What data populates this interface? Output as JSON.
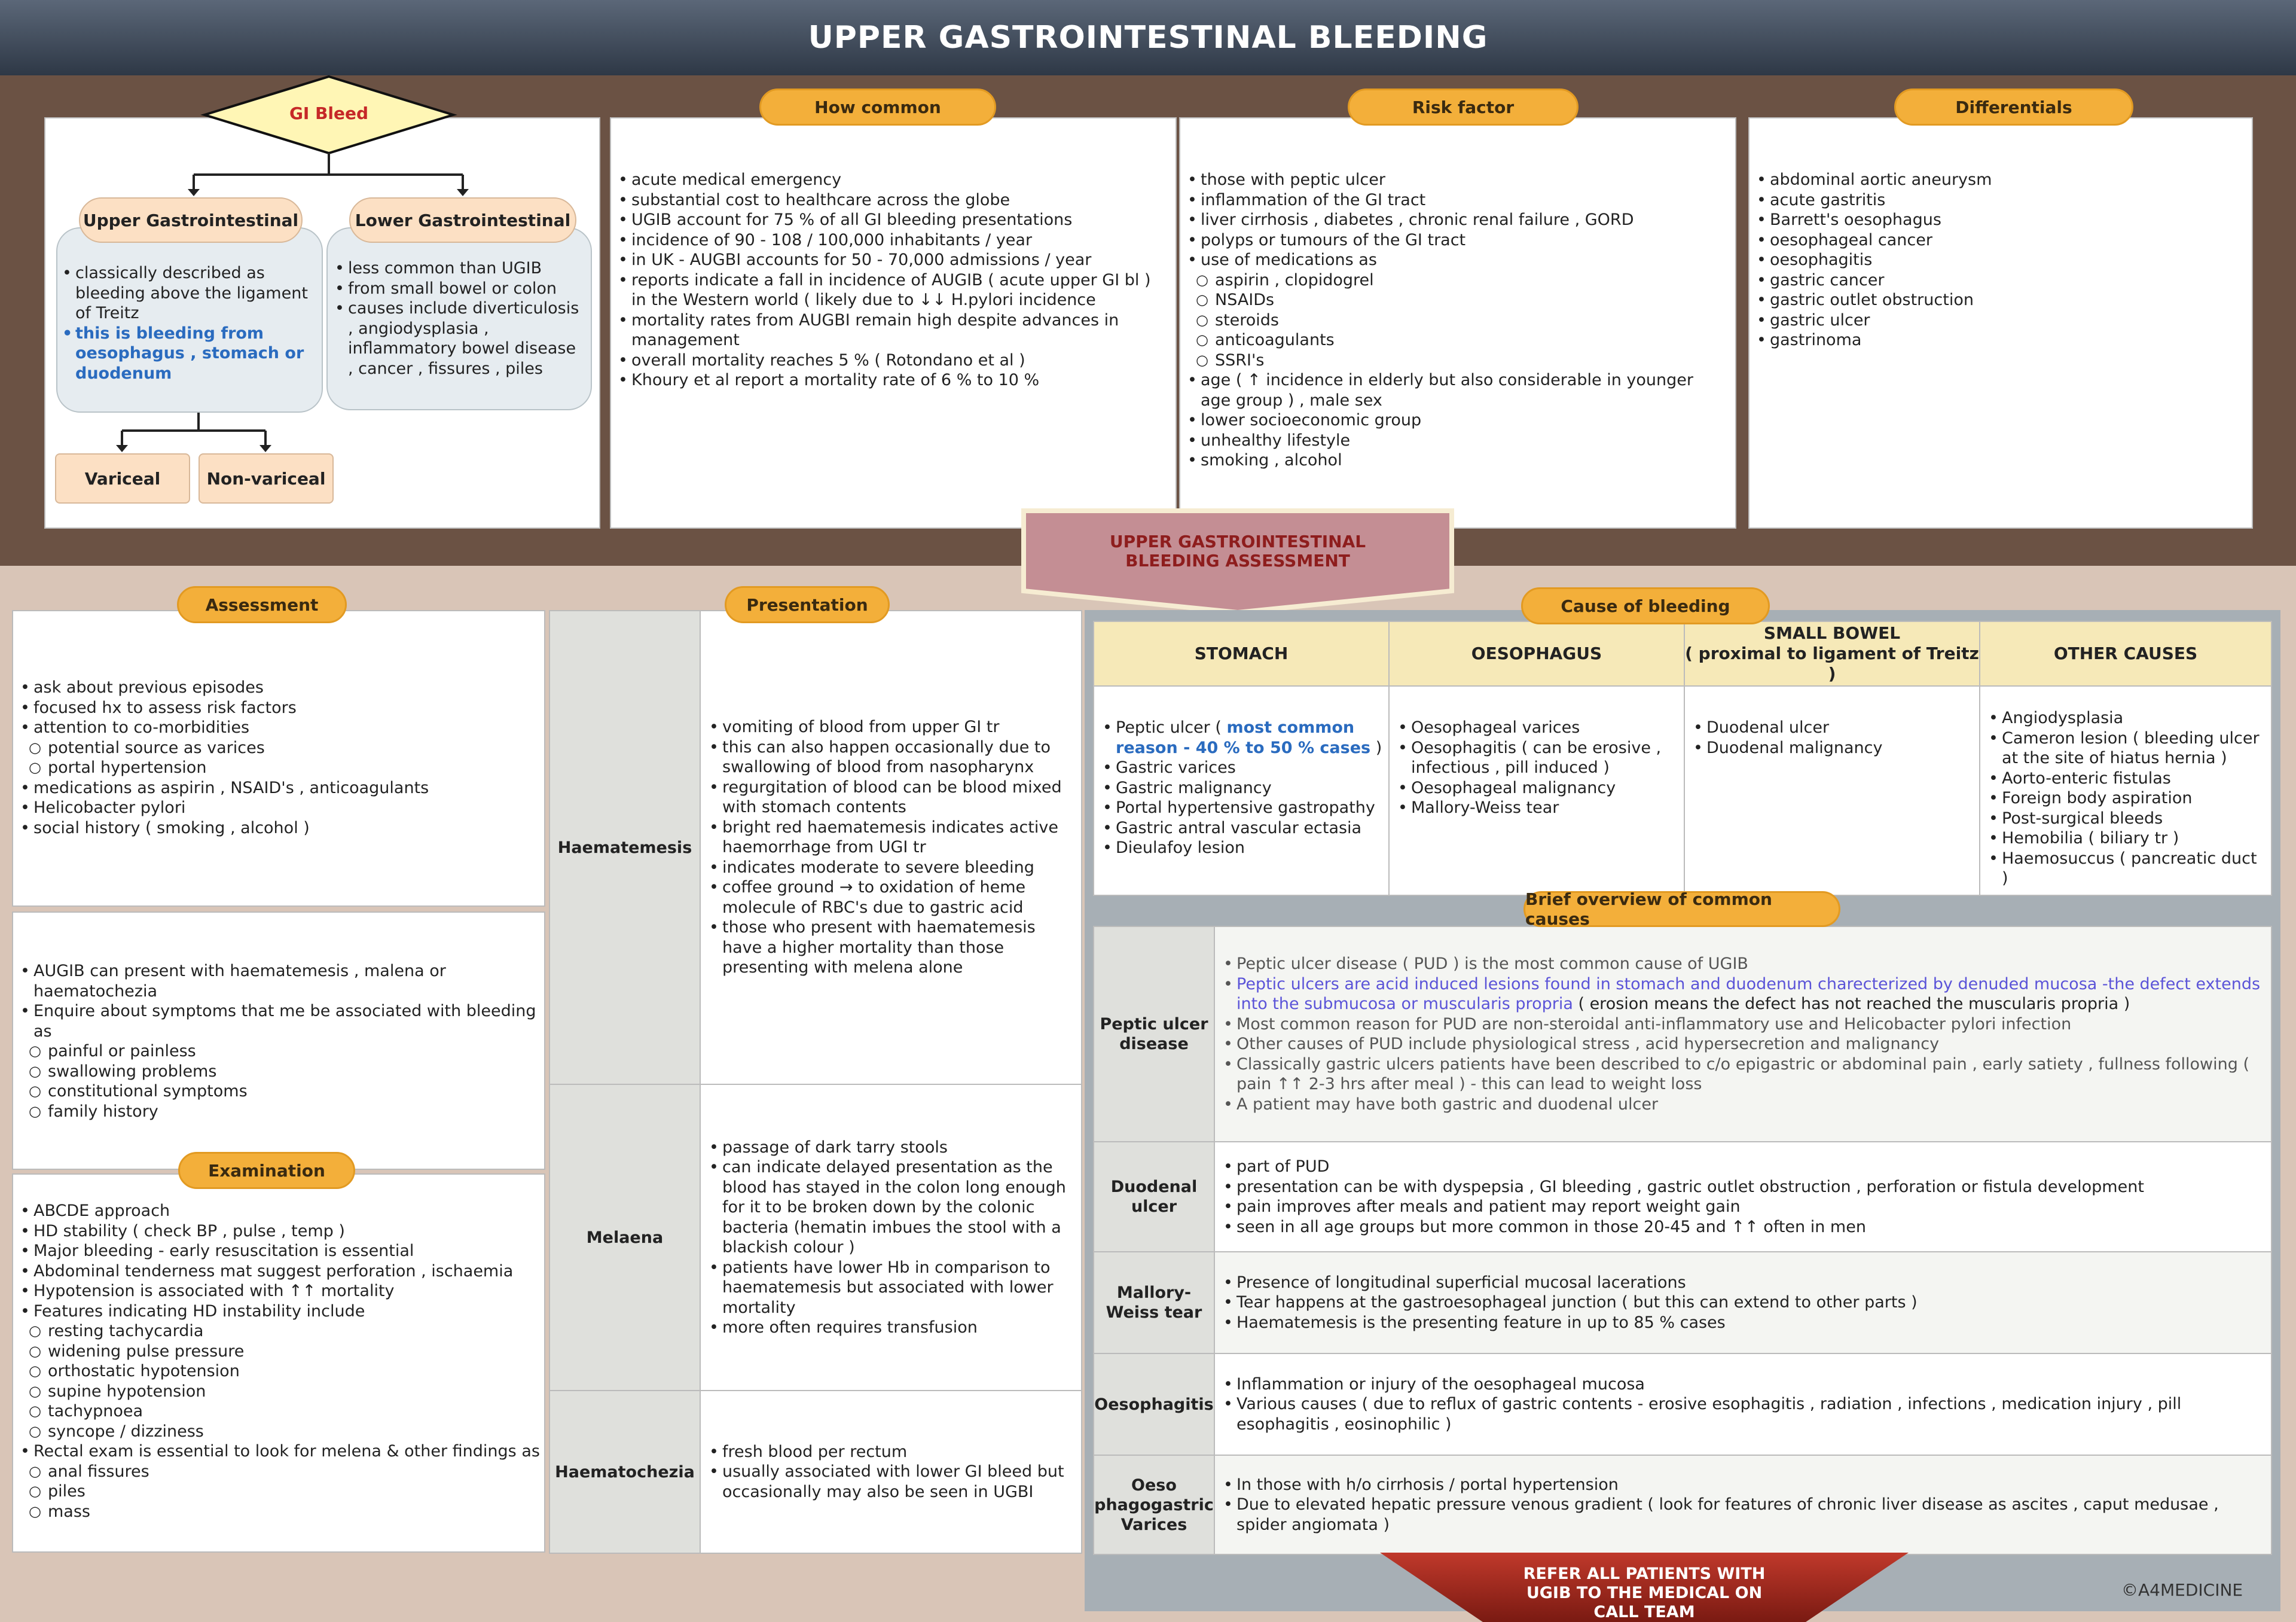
{
  "title": "UPPER GASTROINTESTINAL BLEEDING",
  "flow": {
    "root": "GI Bleed",
    "upper": {
      "label": "Upper Gastrointestinal",
      "items": [
        "classically described as bleeding above the ligament of Treitz"
      ],
      "highlight": "this is bleeding from oesophagus , stomach or duodenum"
    },
    "lower": {
      "label": "Lower Gastrointestinal",
      "items": [
        "less common than UGIB",
        "from small bowel or colon",
        "causes include diverticulosis , angiodysplasia , inflammatory bowel disease , cancer , fissures , piles"
      ]
    },
    "variceal": "Variceal",
    "non_variceal": "Non-variceal"
  },
  "how_common": {
    "label": "How common",
    "items": [
      "acute medical emergency",
      "substantial cost to healthcare across the globe",
      "UGIB account for 75 % of all GI bleeding presentations",
      "incidence of 90 - 108 / 100,000 inhabitants / year",
      "in UK - AUGBI accounts for 50 - 70,000 admissions / year",
      "reports indicate a fall in incidence of AUGIB ( acute upper GI bl ) in the Western world ( likely due to ↓↓ H.pylori incidence",
      "mortality rates from AUGBI remain high despite advances in management",
      "overall mortality reaches 5 % ( Rotondano et al )",
      "Khoury et al report a mortality rate of 6 % to 10 %"
    ]
  },
  "risk_factor": {
    "label": "Risk factor",
    "items": [
      "those with peptic ulcer",
      "inflammation of the GI tract",
      "liver cirrhosis , diabetes , chronic renal failure , GORD",
      "polyps or tumours of the GI tract",
      "use of medications as"
    ],
    "subitems": [
      "aspirin , clopidogrel",
      "NSAIDs",
      "steroids",
      "anticoagulants",
      "SSRI's"
    ],
    "items2": [
      "age ( ↑ incidence in elderly but also considerable in younger age group ) , male sex",
      "lower socioeconomic group",
      "unhealthy lifestyle",
      "smoking , alcohol"
    ]
  },
  "differentials": {
    "label": "Differentials",
    "items": [
      "abdominal aortic aneurysm",
      "acute gastritis",
      "Barrett's oesophagus",
      "oesophageal cancer",
      "oesophagitis",
      "gastric cancer",
      "gastric outlet obstruction",
      "gastric ulcer",
      "gastrinoma"
    ]
  },
  "banner": "UPPER GASTROINTESTINAL BLEEDING ASSESSMENT",
  "assessment": {
    "label": "Assessment",
    "items": [
      "ask about previous episodes",
      "focused hx to assess risk factors",
      "attention to co-morbidities"
    ],
    "sub1": [
      "potential source as varices",
      "portal hypertension"
    ],
    "items2": [
      "medications as aspirin , NSAID's , anticoagulants",
      "Helicobacter pylori",
      "social history ( smoking , alcohol )"
    ],
    "box2": [
      "AUGIB can present with haematemesis , malena or haematochezia",
      "Enquire about symptoms that me be associated with bleeding as"
    ],
    "box2sub": [
      "painful or painless",
      "swallowing problems",
      "constitutional symptoms",
      "family history"
    ]
  },
  "examination": {
    "label": "Examination",
    "items": [
      "ABCDE approach",
      "HD stability ( check BP , pulse , temp )",
      "Major bleeding - early resuscitation is essential",
      "Abdominal tenderness mat suggest perforation , ischaemia",
      "Hypotension is associated with ↑↑ mortality",
      "Features indicating HD instability include"
    ],
    "sub1": [
      "resting tachycardia",
      "widening pulse pressure",
      "orthostatic hypotension",
      "supine hypotension",
      "tachypnoea",
      "syncope / dizziness"
    ],
    "items2": [
      "Rectal exam is essential to look for melena & other findings as"
    ],
    "sub2": [
      "anal fissures",
      "piles",
      "mass"
    ]
  },
  "presentation": {
    "label": "Presentation",
    "rows": [
      {
        "name": "Haematemesis",
        "items": [
          "vomiting of blood from upper GI tr",
          "this can also happen occasionally due to swallowing of blood from nasopharynx",
          "regurgitation of blood can be blood mixed with stomach contents",
          "bright red haematemesis indicates active haemorrhage from UGI tr",
          "indicates moderate to severe bleeding",
          "coffee ground → to oxidation of heme molecule of  RBC's due to gastric acid",
          "those who present with haematemesis have a higher mortality than those presenting with melena alone"
        ]
      },
      {
        "name": "Melaena",
        "items": [
          "passage of dark tarry stools",
          "can indicate delayed presentation as the blood has stayed in the colon long enough for it to be broken down by the colonic bacteria (hematin imbues the stool with a blackish colour )",
          "patients have lower Hb in comparison to haematemesis but associated with lower mortality",
          "more often requires transfusion"
        ]
      },
      {
        "name": "Haematochezia",
        "items": [
          "fresh blood per rectum",
          "usually associated with lower GI bleed but occasionally may also be seen in UGBI"
        ]
      }
    ]
  },
  "cause": {
    "label": "Cause of bleeding",
    "headers": [
      "STOMACH",
      "OESOPHAGUS",
      "SMALL BOWEL",
      "( proximal to ligament of Treitz )",
      "OTHER CAUSES"
    ],
    "stomach_first": "Peptic ulcer (",
    "stomach_hl": "most common reason - 40 % to 50 % cases",
    "stomach_close": ")",
    "stomach": [
      "Gastric varices",
      "Gastric malignancy",
      "Portal hypertensive gastropathy",
      "Gastric antral vascular ectasia",
      "Dieulafoy lesion"
    ],
    "oesophagus": [
      "Oesophageal varices",
      "Oesophagitis ( can be erosive , infectious , pill induced )",
      "Oesophageal malignancy",
      "Mallory-Weiss tear"
    ],
    "small_bowel": [
      "Duodenal ulcer",
      "Duodenal malignancy"
    ],
    "other": [
      "Angiodysplasia",
      "Cameron lesion ( bleeding ulcer at the site of hiatus hernia )",
      "Aorto-enteric fistulas",
      "Foreign body aspiration",
      "Post-surgical bleeds",
      "Hemobilia ( biliary tr )",
      "Haemosuccus ( pancreatic duct )"
    ]
  },
  "overview": {
    "label": "Brief overview of common causes",
    "pud": {
      "name": "Peptic ulcer disease",
      "i1": "Peptic ulcer disease ( PUD ) is the most common cause of UGIB",
      "i2_hl": "Peptic ulcers are acid induced lesions found in stomach and duodenum charecterized by denuded mucosa -the defect extends into the submucosa or muscularis propria",
      "i2_rest": " ( erosion means the defect has not reached the muscularis propria )",
      "rest": [
        "Most common reason for PUD are non-steroidal anti-inflammatory use and Helicobacter pylori infection",
        "Other causes of PUD include physiological stress , acid hypersecretion and malignancy",
        "Classically gastric ulcers patients have been described to c/o epigastric or abdominal pain , early satiety , fullness following ( pain ↑↑ 2-3 hrs after meal ) - this can lead to weight loss",
        "A patient may have both gastric and duodenal ulcer"
      ]
    },
    "duodenal": {
      "name": "Duodenal ulcer",
      "items": [
        "part of PUD",
        "presentation can be with dyspepsia , GI bleeding , gastric outlet obstruction , perforation or fistula development",
        "pain improves after meals and patient may report weight gain",
        "seen in all age groups but more common in those 20-45 and ↑↑ often in men"
      ]
    },
    "mallory": {
      "name": "Mallory-Weiss tear",
      "items": [
        "Presence of longitudinal superficial mucosal lacerations",
        "Tear happens at the gastroesophageal junction ( but this can extend to other parts )",
        "Haematemesis is the presenting feature in up to 85 % cases"
      ]
    },
    "oesophagitis": {
      "name": "Oesophagitis",
      "items": [
        "Inflammation or injury of the oesophageal mucosa",
        "Various causes ( due to reflux of gastric contents - erosive esophagitis , radiation , infections , medication injury , pill esophagitis , eosinophilic )"
      ]
    },
    "varices": {
      "name": "Oeso phagogastric Varices",
      "items": [
        "In those with h/o cirrhosis / portal hypertension",
        "Due to elevated hepatic pressure venous gradient ( look for features of chronic liver disease as ascites , caput medusae , spider angiomata )"
      ]
    }
  },
  "refer": "REFER ALL PATIENTS WITH UGIB TO THE MEDICAL ON CALL TEAM",
  "copyright": "©A4MEDICINE"
}
